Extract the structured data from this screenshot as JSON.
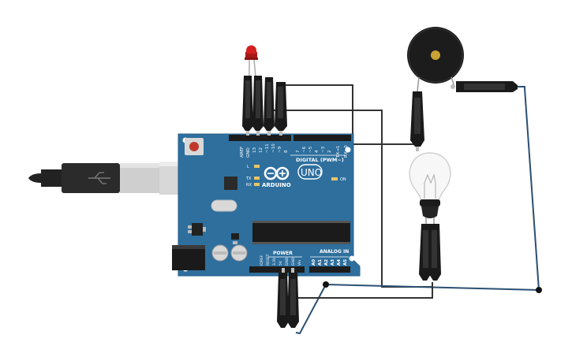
{
  "board": {
    "brand": "ARDUINO",
    "model": "UNO",
    "digital_label": "DIGITAL (PWM~)",
    "power_label": "POWER",
    "analog_label": "ANALOG IN",
    "on_label": "ON",
    "l_label": "L",
    "tx_label": "TX",
    "rx_label": "RX",
    "digital_pins": [
      "AREF",
      "GND",
      "13",
      "12",
      "~11",
      "~10",
      "~9",
      "8",
      "7",
      "~6",
      "~5",
      "4",
      "~3",
      "2",
      "TX→1",
      "RX←0"
    ],
    "power_pins": [
      "IOREF",
      "RESET",
      "3.3V",
      "5V",
      "GND",
      "GND",
      "Vin"
    ],
    "analog_pins": [
      "A0",
      "A1",
      "A2",
      "A3",
      "A4",
      "A5"
    ]
  },
  "colors": {
    "board": "#2e6f9e",
    "wire_dark": "#333333",
    "wire_blue": "#2b4f72",
    "clip": "#1a1a1a",
    "led": "#d42020",
    "buzzer_center": "#c9a234"
  }
}
